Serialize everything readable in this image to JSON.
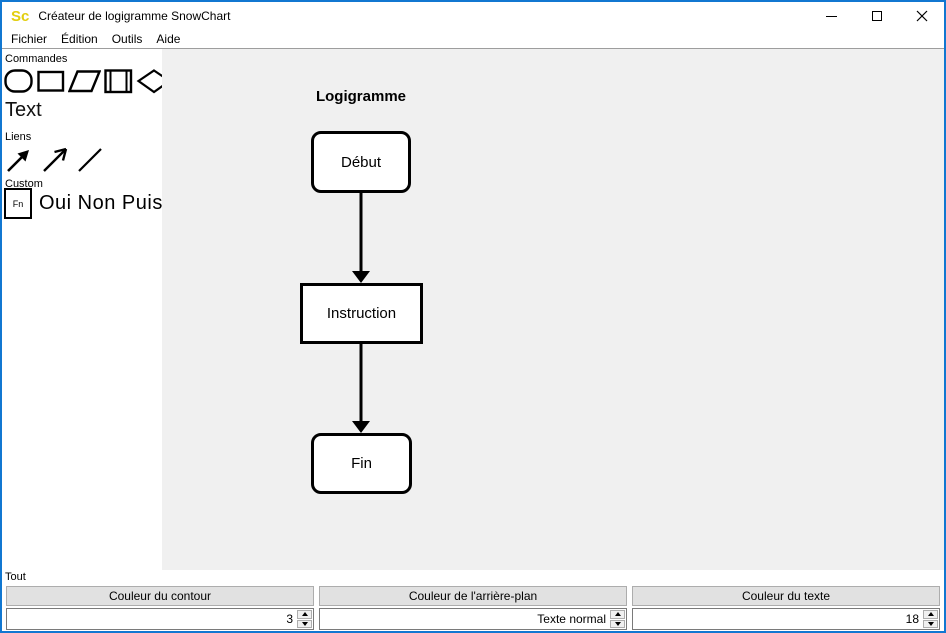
{
  "window": {
    "logo": "Sc",
    "title": "Créateur de logigramme SnowChart",
    "controls": [
      {
        "name": "minimize-icon"
      },
      {
        "name": "maximize-icon"
      },
      {
        "name": "close-icon"
      }
    ]
  },
  "menu": {
    "items": [
      {
        "label": "Fichier"
      },
      {
        "label": "Édition"
      },
      {
        "label": "Outils"
      },
      {
        "label": "Aide"
      }
    ]
  },
  "sidebar": {
    "commands_label": "Commandes",
    "shape_tools": [
      "terminator-shape-icon",
      "rectangle-shape-icon",
      "parallelogram-shape-icon",
      "predefined-process-shape-icon",
      "diamond-shape-icon"
    ],
    "text_tool_label": "Text",
    "links_label": "Liens",
    "link_tools": [
      "filled-arrow-icon",
      "open-arrow-icon",
      "plain-line-icon"
    ],
    "custom_label": "Custom",
    "fn_tool_label": "Fn",
    "custom_words_label": "Oui Non Puis"
  },
  "canvas": {
    "title": "Logigramme",
    "nodes": [
      {
        "type": "terminator",
        "label": "Début"
      },
      {
        "type": "process",
        "label": "Instruction"
      },
      {
        "type": "terminator",
        "label": "Fin"
      }
    ]
  },
  "bottom_panel": {
    "scope_label": "Tout",
    "buttons": [
      {
        "label": "Couleur du contour"
      },
      {
        "label": "Couleur de l'arrière-plan"
      },
      {
        "label": "Couleur du texte"
      }
    ],
    "spinners": [
      {
        "name": "line-width",
        "value": "3"
      },
      {
        "name": "text-style",
        "value": "Texte normal"
      },
      {
        "name": "font-size",
        "value": "18"
      }
    ]
  },
  "colors": {
    "window_border": "#1177d1",
    "canvas_bg": "#f0f0f0",
    "button_face": "#e1e1e1",
    "button_border": "#adadad",
    "menu_separator": "#9d9d9d",
    "logo": "#e2ce0e",
    "shape_stroke": "#000000"
  }
}
